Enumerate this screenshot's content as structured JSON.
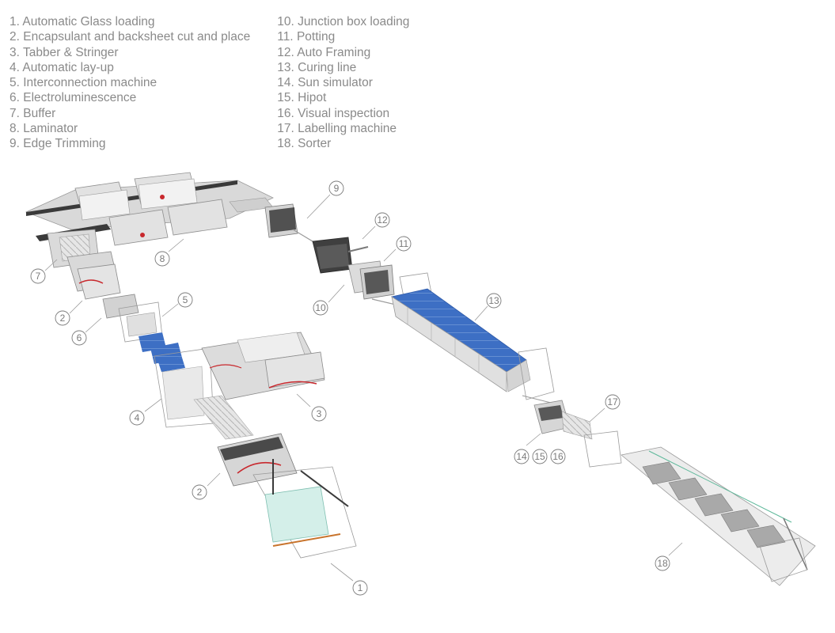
{
  "legend": {
    "left": [
      {
        "number": "1.",
        "label": "Automatic Glass loading"
      },
      {
        "number": "2.",
        "label": "Encapsulant and backsheet cut and place"
      },
      {
        "number": "3.",
        "label": "Tabber & Stringer"
      },
      {
        "number": "4.",
        "label": "Automatic lay-up"
      },
      {
        "number": "5.",
        "label": "Interconnection machine"
      },
      {
        "number": "6.",
        "label": "Electroluminescence"
      },
      {
        "number": "7.",
        "label": "Buffer"
      },
      {
        "number": "8.",
        "label": "Laminator"
      },
      {
        "number": "9.",
        "label": "Edge Trimming"
      }
    ],
    "right": [
      {
        "number": "10.",
        "label": "Junction box loading"
      },
      {
        "number": "11.",
        "label": "Potting"
      },
      {
        "number": "12.",
        "label": "Auto Framing"
      },
      {
        "number": "13.",
        "label": "Curing line"
      },
      {
        "number": "14.",
        "label": "Sun simulator"
      },
      {
        "number": "15.",
        "label": "Hipot"
      },
      {
        "number": "16.",
        "label": "Visual inspection"
      },
      {
        "number": "17.",
        "label": "Labelling machine"
      },
      {
        "number": "18.",
        "label": "Sorter"
      }
    ]
  },
  "callouts": {
    "c1": "1",
    "c2a": "2",
    "c2b": "2",
    "c3": "3",
    "c4": "4",
    "c5": "5",
    "c6": "6",
    "c7": "7",
    "c8": "8",
    "c9": "9",
    "c10": "10",
    "c11": "11",
    "c12": "12",
    "c13": "13",
    "c14": "14",
    "c15": "15",
    "c16": "16",
    "c17": "17",
    "c18": "18"
  },
  "colors": {
    "legend_text": "#8a8a8a",
    "machine_body": "#dcdcdc",
    "machine_top": "#eeeeee",
    "machine_dark": "#3a3a3a",
    "panel_blue": "#3d6fc4",
    "brand_red": "#c8282d",
    "frame_line": "#9a9a9a",
    "callout_line": "#9a9a9a"
  }
}
